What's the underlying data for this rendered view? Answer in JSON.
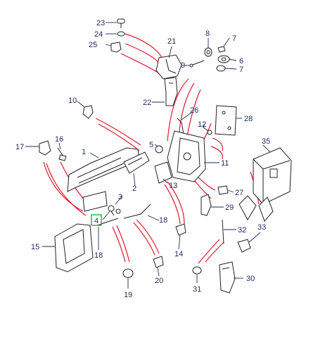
{
  "diagram": {
    "highlight_color": "#1fb53a",
    "reference_line_color": "#e0182f",
    "label_color": "#1e2a5a",
    "highlighted_callout": "4",
    "callouts": [
      {
        "id": "c1",
        "text": "1"
      },
      {
        "id": "c2",
        "text": "2"
      },
      {
        "id": "c3",
        "text": "3"
      },
      {
        "id": "c4",
        "text": "4"
      },
      {
        "id": "c5",
        "text": "5"
      },
      {
        "id": "c6",
        "text": "6"
      },
      {
        "id": "c7a",
        "text": "7"
      },
      {
        "id": "c7b",
        "text": "7"
      },
      {
        "id": "c8",
        "text": "8"
      },
      {
        "id": "c9",
        "text": "9"
      },
      {
        "id": "c10",
        "text": "10"
      },
      {
        "id": "c11",
        "text": "11"
      },
      {
        "id": "c12",
        "text": "12"
      },
      {
        "id": "c13",
        "text": "13"
      },
      {
        "id": "c14",
        "text": "14"
      },
      {
        "id": "c15",
        "text": "15"
      },
      {
        "id": "c16",
        "text": "16"
      },
      {
        "id": "c17",
        "text": "17"
      },
      {
        "id": "c18a",
        "text": "18"
      },
      {
        "id": "c18b",
        "text": "18"
      },
      {
        "id": "c19",
        "text": "19"
      },
      {
        "id": "c20",
        "text": "20"
      },
      {
        "id": "c21",
        "text": "21"
      },
      {
        "id": "c22",
        "text": "22"
      },
      {
        "id": "c23",
        "text": "23"
      },
      {
        "id": "c24",
        "text": "24"
      },
      {
        "id": "c25",
        "text": "25"
      },
      {
        "id": "c26",
        "text": "26"
      },
      {
        "id": "c27",
        "text": "27"
      },
      {
        "id": "c28",
        "text": "28"
      },
      {
        "id": "c29",
        "text": "29"
      },
      {
        "id": "c30",
        "text": "30"
      },
      {
        "id": "c31",
        "text": "31"
      },
      {
        "id": "c32",
        "text": "32"
      },
      {
        "id": "c33",
        "text": "33"
      },
      {
        "id": "c35",
        "text": "35"
      }
    ]
  }
}
